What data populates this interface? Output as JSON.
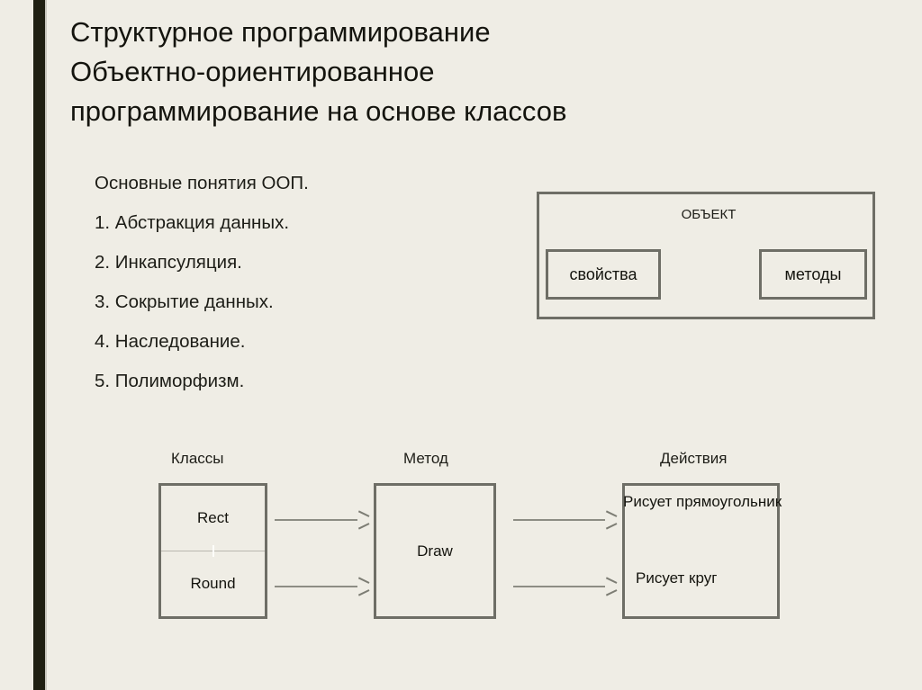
{
  "slide": {
    "background_color": "#efede5",
    "accent_bar_color": "#1f1f12",
    "border_color": "#6e6e66",
    "arrow_color": "#8d8d84",
    "text_color": "#1a1a1a"
  },
  "title": {
    "lines": [
      "Структурное программирование",
      "Объектно-ориентированное",
      "программирование на основе классов"
    ]
  },
  "bullets": {
    "items": [
      "Основные понятия ООП.",
      "1. Абстракция данных.",
      "2. Инкапсуляция.",
      "3. Сокрытие данных.",
      "4. Наследование.",
      "5. Полиморфизм."
    ]
  },
  "object_diagram": {
    "title": "ОБЪЕКТ",
    "properties_label": "свойства",
    "methods_label": "методы"
  },
  "flow_diagram": {
    "headers": {
      "classes": "Классы",
      "method": "Метод",
      "actions": "Действия"
    },
    "classes": {
      "top": "Rect",
      "bottom": "Round"
    },
    "method": {
      "name": "Draw"
    },
    "actions": {
      "first": "Рисует прямоугольник",
      "second": "Рисует круг"
    }
  }
}
